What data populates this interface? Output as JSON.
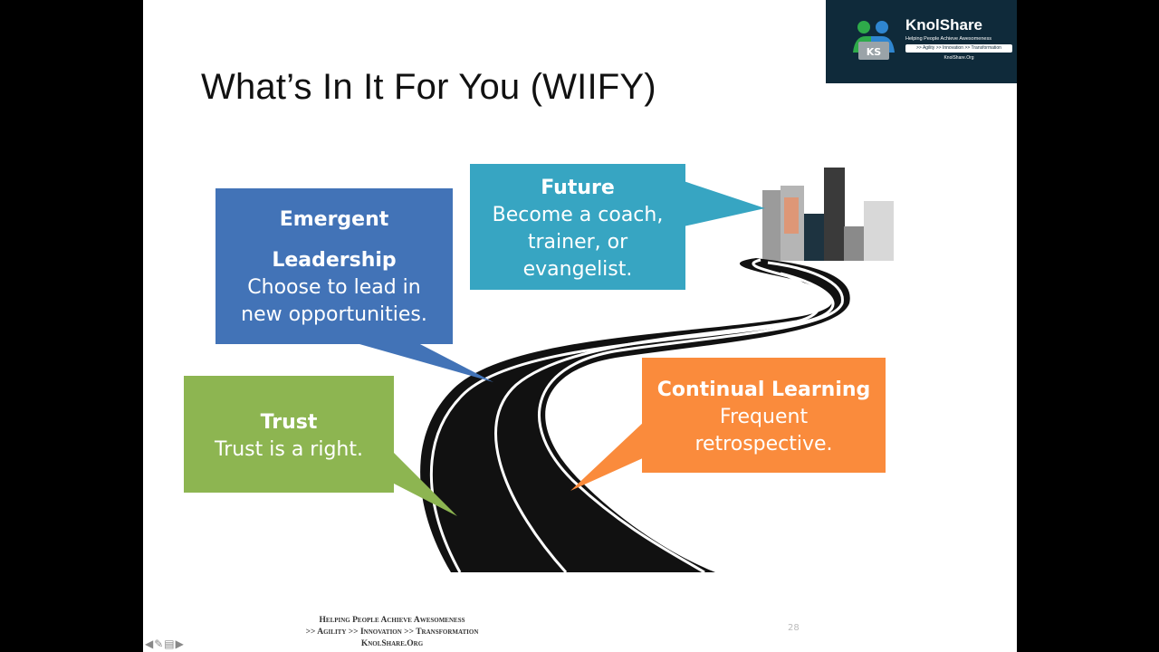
{
  "slide": {
    "title": "What’s In It For You (WIIFY)",
    "page_number": "28",
    "logo": {
      "name": "KnolShare",
      "tagline": "Helping People Achieve Awesomeness",
      "pill": ">> Agility >> Innovation >> Transformation",
      "url": "KnolShare.Org",
      "badge": "KS"
    },
    "callouts": [
      {
        "id": "emergent",
        "heading1": "Emergent",
        "heading2": "Leadership",
        "text": "Choose to lead in new opportunities.",
        "color": "#4273b7"
      },
      {
        "id": "future",
        "heading1": "Future",
        "text": "Become a coach, trainer, or evangelist.",
        "color": "#37a5c2"
      },
      {
        "id": "trust",
        "heading1": "Trust",
        "text": "Trust is a right.",
        "color": "#8db551"
      },
      {
        "id": "learning",
        "heading1": "Continual Learning",
        "text": "Frequent retrospective.",
        "color": "#fa8b3c"
      }
    ],
    "footer": {
      "line1": "Helping People Achieve Awesomeness",
      "line2": ">> Agility >> Innovation >> Transformation",
      "line3": "KnolShare.Org"
    },
    "nav_icons": [
      "arrow-left-icon",
      "pencil-icon",
      "menu-icon",
      "arrow-right-icon"
    ]
  }
}
